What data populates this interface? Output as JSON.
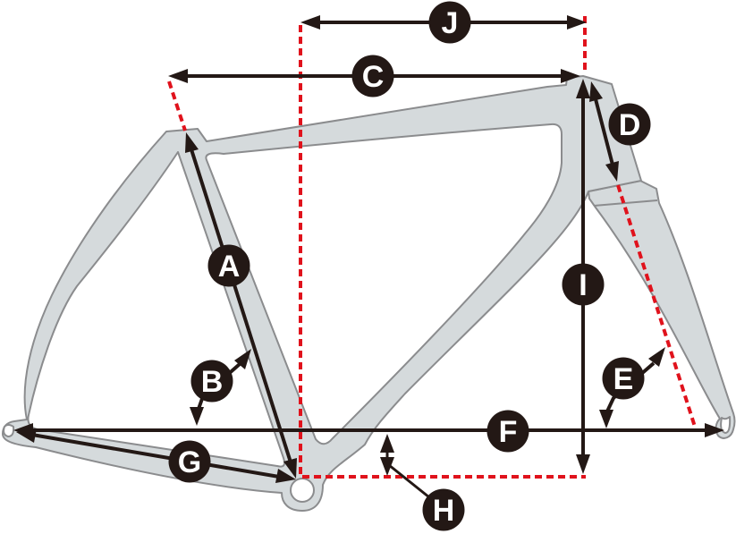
{
  "colors": {
    "background": "#ffffff",
    "frame_fill": "#d5dadc",
    "frame_outline": "#8b8c8e",
    "dimension_line": "#231815",
    "guide_line": "#e0121c",
    "badge_fill": "#231815",
    "badge_text": "#ffffff"
  },
  "badges": [
    {
      "id": "a",
      "label": "A"
    },
    {
      "id": "b",
      "label": "B"
    },
    {
      "id": "c",
      "label": "C"
    },
    {
      "id": "d",
      "label": "D"
    },
    {
      "id": "e",
      "label": "E"
    },
    {
      "id": "f",
      "label": "F"
    },
    {
      "id": "g",
      "label": "G"
    },
    {
      "id": "h",
      "label": "H"
    },
    {
      "id": "i",
      "label": "I"
    },
    {
      "id": "j",
      "label": "J"
    }
  ]
}
